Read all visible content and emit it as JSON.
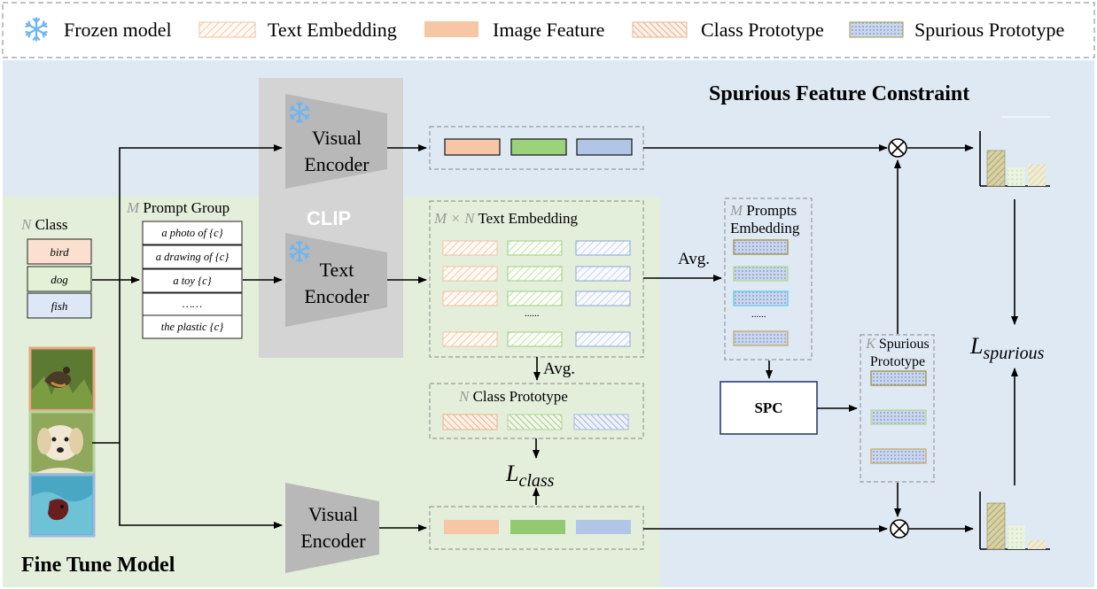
{
  "legend": {
    "frozen": "Frozen model",
    "text_embedding": "Text Embedding",
    "image_feature": "Image Feature",
    "class_prototype": "Class Prototype",
    "spurious_prototype": "Spurious Prototype",
    "icon": "snowflake-icon"
  },
  "regions": {
    "spurious_title": "Spurious Feature Constraint",
    "finetune_title": "Fine Tune Model"
  },
  "encoders": {
    "visual_frozen": [
      "Visual",
      "Encoder"
    ],
    "text_frozen": [
      "Text",
      "Encoder"
    ],
    "visual_finetune": [
      "Visual",
      "Encoder"
    ],
    "clip": "CLIP"
  },
  "classes": {
    "var": "N",
    "label": "Class",
    "items": [
      "bird",
      "dog",
      "fish"
    ]
  },
  "prompts": {
    "var": "M",
    "label": "Prompt Group",
    "items": [
      "a photo of {c}",
      "a drawing of {c}",
      "a toy {c}",
      "……",
      "the plastic {c}"
    ]
  },
  "text_embedding_box": {
    "var": "M × N",
    "label": "Text Embedding",
    "dots": "......"
  },
  "class_prototype_box": {
    "var": "N",
    "label": "Class Prototype"
  },
  "prompts_embedding_box": {
    "var": "M",
    "label": [
      "Prompts",
      "Embedding"
    ],
    "dots": "......"
  },
  "spc": "SPC",
  "spurious_prototype_box": {
    "var": "K",
    "label": [
      "Spurious",
      "Prototype"
    ]
  },
  "avg_labels": [
    "Avg.",
    "Avg."
  ],
  "losses": {
    "class_base": "L",
    "class_sub": "class",
    "spurious_base": "L",
    "spurious_sub": "spurious"
  },
  "images": [
    "bird-photo",
    "dog-photo",
    "fish-photo"
  ],
  "colors": {
    "spurious_region": "#dfe9f4",
    "finetune_region": "#e3eedb",
    "frozen_gray": "#c8c8c8",
    "orange": "#f7c6a4",
    "green": "#9bd27a",
    "blue": "#b1c6e6",
    "olive": "#c9c18a"
  }
}
